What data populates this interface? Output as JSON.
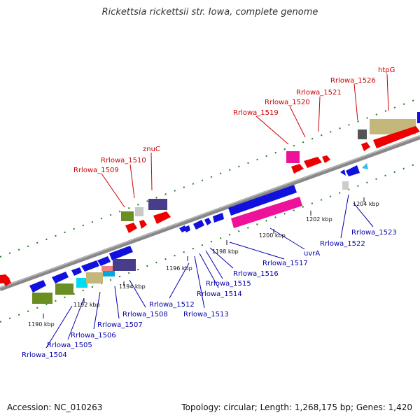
{
  "title": "Rickettsia rickettsii str. Iowa, complete genome",
  "accession": "Accession: NC_010263",
  "summary": "Topology: circular; Length: 1,268,175 bp; Genes: 1,420",
  "kbp_labels": [
    "1190 kbp",
    "1192 kbp",
    "1194 kbp",
    "1196 kbp",
    "1198 kbp",
    "1200 kbp",
    "1202 kbp",
    "1204 kbp"
  ],
  "forward_genes": [
    "Rrlowa_1509",
    "Rrlowa_1510",
    "znuC",
    "Rrlowa_1519",
    "Rrlowa_1520",
    "Rrlowa_1521",
    "Rrlowa_1526",
    "htpG"
  ],
  "reverse_genes": [
    "Rrlowa_1504",
    "Rrlowa_1505",
    "Rrlowa_1506",
    "Rrlowa_1507",
    "Rrlowa_1508",
    "Rrlowa_1512",
    "Rrlowa_1513",
    "Rrlowa_1514",
    "Rrlowa_1515",
    "Rrlowa_1516",
    "Rrlowa_1517",
    "uvrA",
    "Rrlowa_1522",
    "Rrlowa_1523"
  ],
  "colors": {
    "forward_label": "#cc0000",
    "reverse_label": "#0000aa",
    "backbone": "#888888",
    "tick": "#1e7a1e"
  }
}
